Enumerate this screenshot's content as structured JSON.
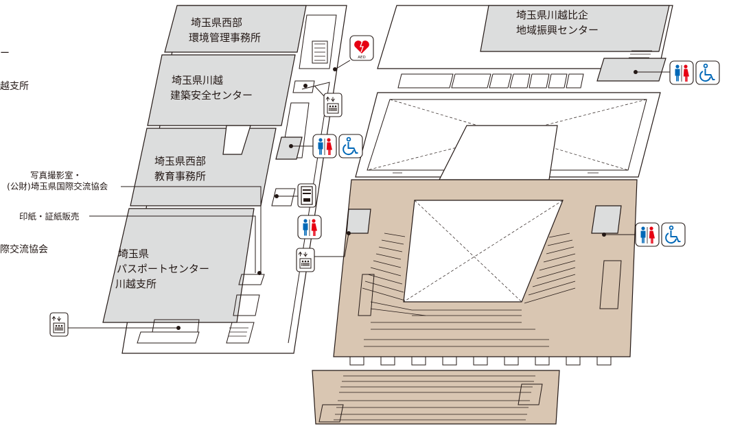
{
  "left_building": {
    "rooms": [
      {
        "line1": "埼玉県西部",
        "line2": "環境管理事務所"
      },
      {
        "line1": "埼玉県川越",
        "line2": "建築安全センター"
      },
      {
        "line1": "埼玉県西部",
        "line2": "教育事務所"
      },
      {
        "line1": "埼玉県",
        "line2": "パスポートセンター",
        "line3": "川越支所"
      }
    ]
  },
  "right_building": {
    "rooms": [
      {
        "line1": "埼玉県川越比企",
        "line2": "地域振興センター"
      }
    ]
  },
  "callouts": {
    "photo_line1": "写真撮影室・",
    "photo_line2": "(公財)埼玉県国際交流協会",
    "stamp": "印紙・証紙販売"
  },
  "cut_off_left_labels": [
    "ー",
    "越支所",
    "際交流協会"
  ],
  "aed_label": "AED",
  "icons": [
    "restroom-icon",
    "wheelchair-icon",
    "elevator-icon",
    "aed-icon",
    "vending-machine-icon"
  ],
  "colors": {
    "office_gray": "#dcdddd",
    "hall_beige": "#d9c6b2",
    "male_blue": "#0068b7",
    "female_red": "#e60012",
    "aed_red": "#e60012",
    "line": "#231815"
  }
}
